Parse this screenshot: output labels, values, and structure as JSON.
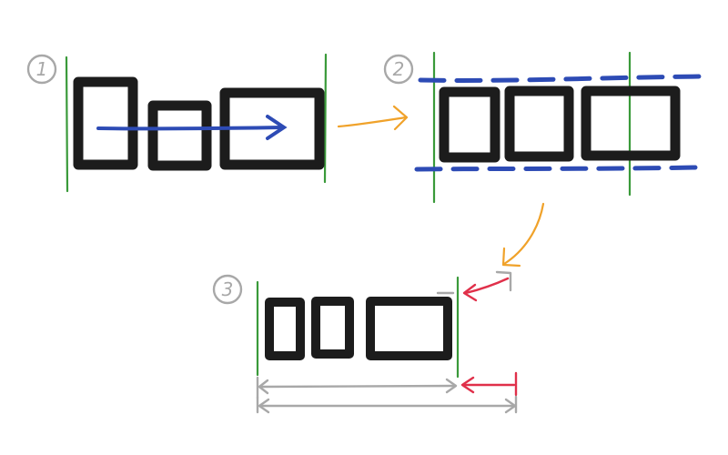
{
  "steps": [
    {
      "label": "1"
    },
    {
      "label": "2"
    },
    {
      "label": "3"
    }
  ],
  "colors": {
    "box": "#1c1c1c",
    "boundary": "#3a9a3a",
    "main_axis": "#2d4bb5",
    "flow_arrow": "#f0a22a",
    "shrink_arrow": "#e0304a",
    "measure": "#a8a8a8"
  }
}
